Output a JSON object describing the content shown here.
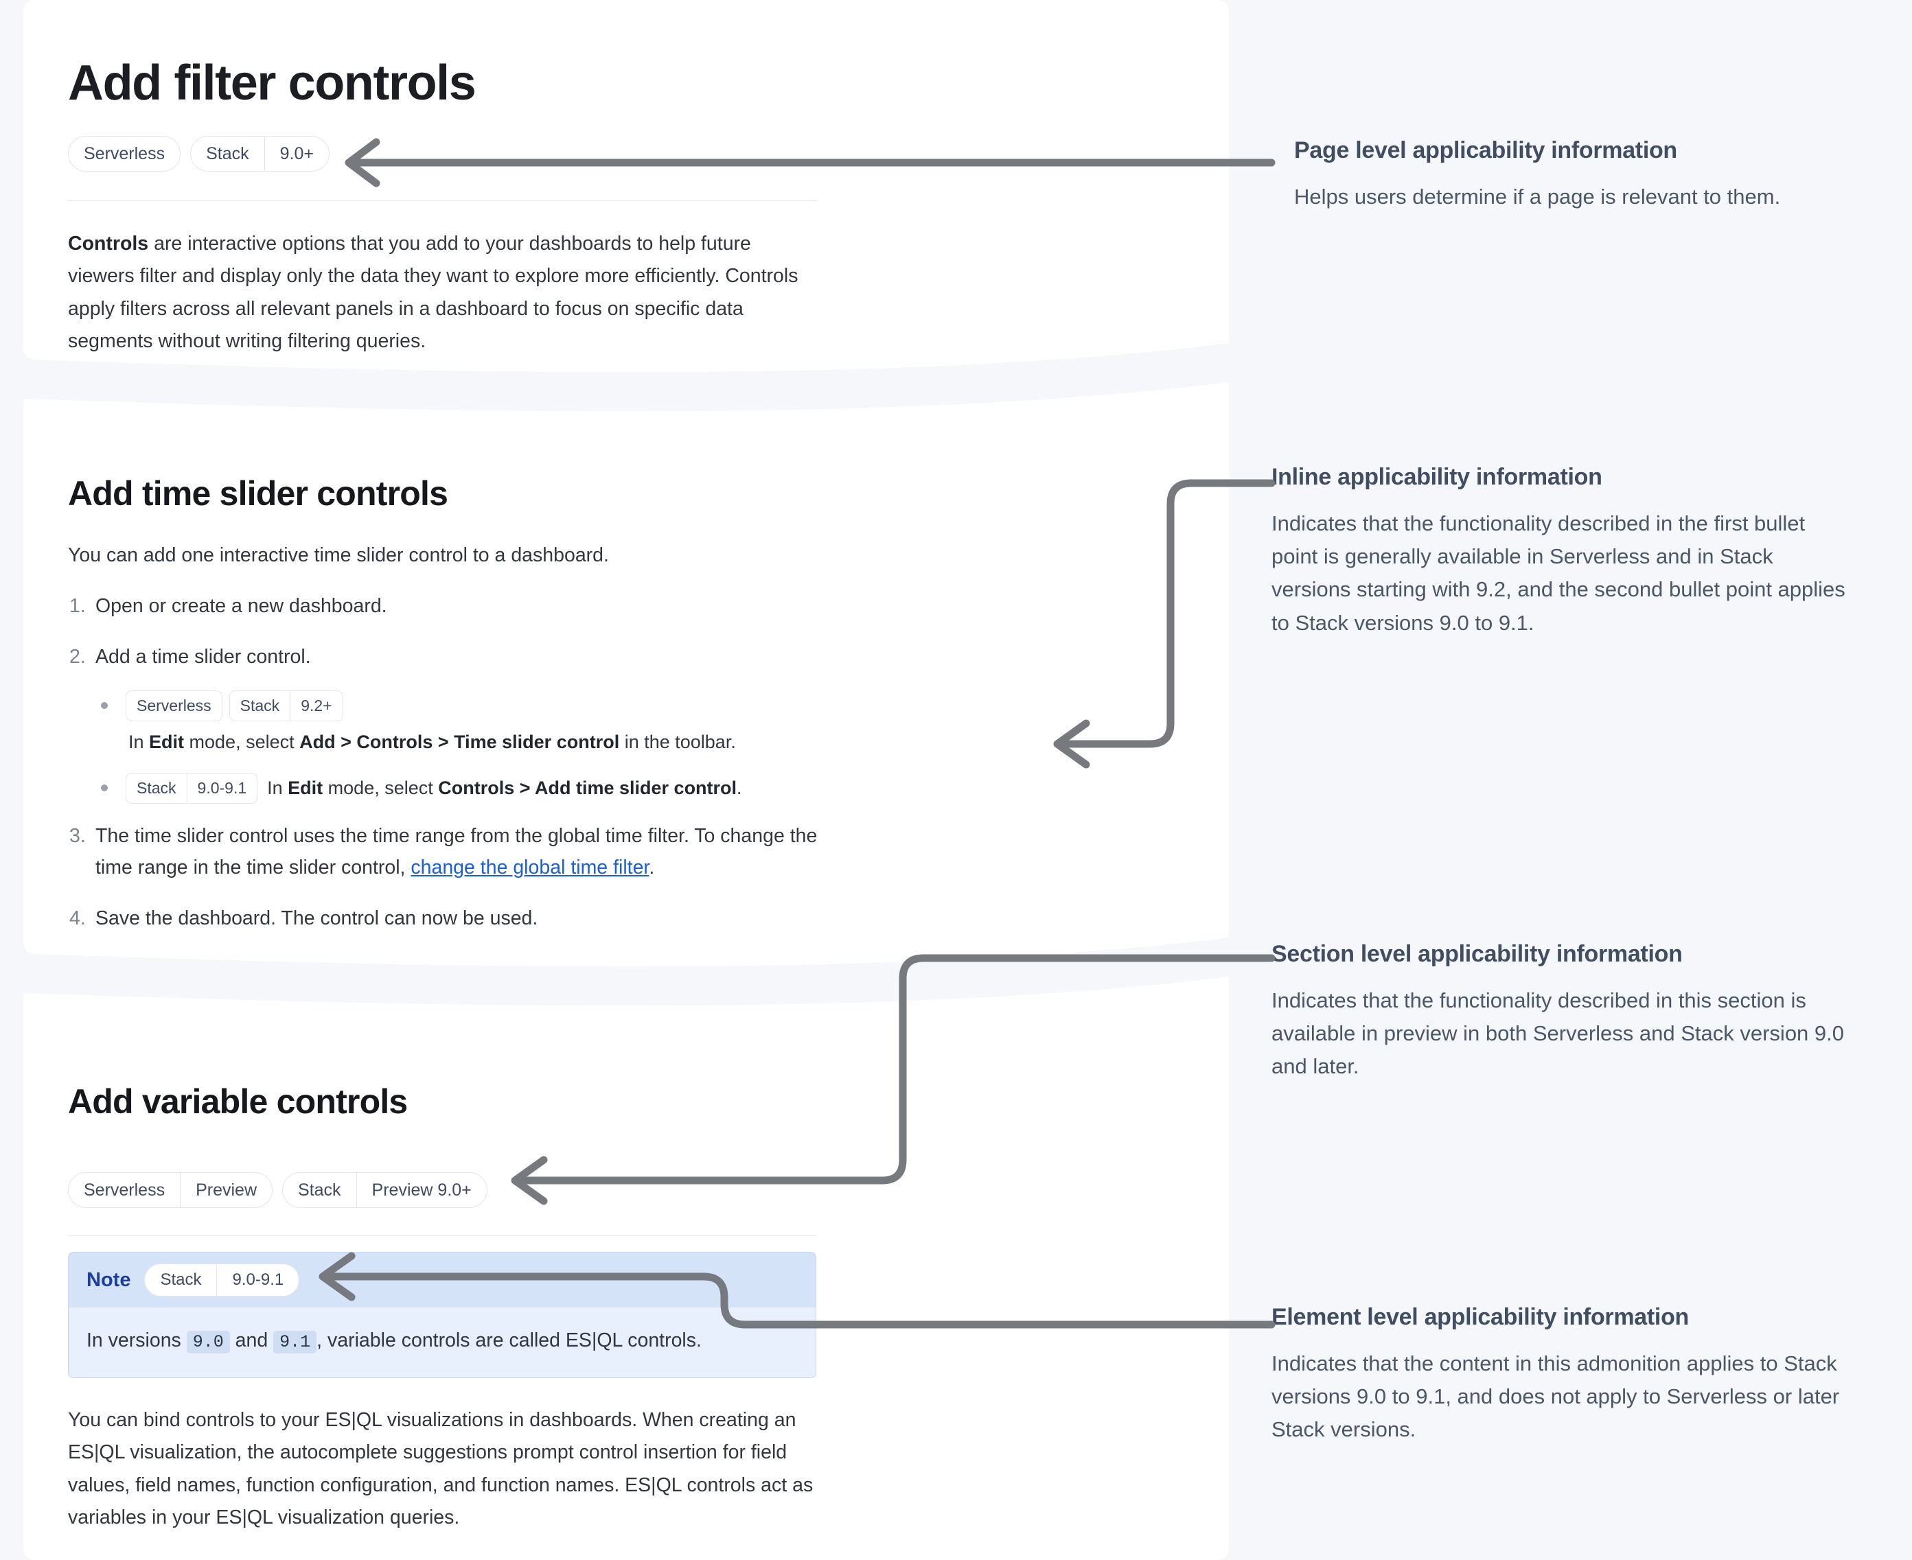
{
  "page": {
    "title": "Add filter controls",
    "applicability": [
      {
        "name": "page-badge-serverless",
        "segments": [
          "Serverless"
        ]
      },
      {
        "name": "page-badge-stack",
        "segments": [
          "Stack",
          "9.0+"
        ]
      }
    ],
    "intro": {
      "lead": "Controls",
      "rest": " are interactive options that you add to your dashboards to help future viewers filter and display only the data they want to explore more efficiently. Controls apply filters across all relevant panels in a dashboard to focus on specific data segments without writing filtering queries."
    }
  },
  "time_slider_section": {
    "heading": "Add time slider controls",
    "intro": "You can add one interactive time slider control to a dashboard.",
    "steps": [
      {
        "num": "1.",
        "text": "Open or create a new dashboard."
      },
      {
        "num": "2.",
        "text": "Add a time slider control."
      },
      {
        "num": "3.",
        "text": "The time slider control uses the time range from the global time filter. To change the time range in the time slider control, ",
        "link": "change the global time filter",
        "tail": "."
      },
      {
        "num": "4.",
        "text": "Save the dashboard. The control can now be used."
      }
    ],
    "sub_bullets": [
      {
        "badges": [
          {
            "segments": [
              "Serverless"
            ]
          },
          {
            "segments": [
              "Stack",
              "9.2+"
            ]
          }
        ],
        "parts": [
          "In ",
          "Edit",
          " mode, select ",
          "Add > Controls > Time slider control",
          " in the toolbar."
        ]
      },
      {
        "badges": [
          {
            "segments": [
              "Stack",
              "9.0-9.1"
            ]
          }
        ],
        "parts": [
          "In ",
          "Edit",
          " mode, select ",
          "Controls > Add time slider control",
          "."
        ]
      }
    ]
  },
  "variable_section": {
    "heading": "Add variable controls",
    "applicability": [
      {
        "name": "section-badge-serverless",
        "segments": [
          "Serverless",
          "Preview"
        ]
      },
      {
        "name": "section-badge-stack",
        "segments": [
          "Stack",
          "Preview 9.0+"
        ]
      }
    ],
    "note": {
      "label": "Note",
      "badge": {
        "segments": [
          "Stack",
          "9.0-9.1"
        ]
      },
      "body_pre": "In versions ",
      "code_a": "9.0",
      "body_mid": " and ",
      "code_b": "9.1",
      "body_post": ", variable controls are called ES|QL controls."
    },
    "paragraph": "You can bind controls to your ES|QL visualizations in dashboards. When creating an ES|QL visualization, the autocomplete suggestions prompt control insertion for field values, field names, function configuration, and function names. ES|QL controls act as variables in your ES|QL visualization queries."
  },
  "annotations": [
    {
      "id": "page-level",
      "heading": "Page level applicability information",
      "body": "Helps users determine if a page is relevant to them."
    },
    {
      "id": "inline",
      "heading": "Inline applicability information",
      "body": "Indicates that the functionality described in the first bullet point is generally available in Serverless and in Stack versions starting with 9.2, and the second bullet point applies to Stack versions 9.0 to 9.1."
    },
    {
      "id": "section-level",
      "heading": "Section level applicability information",
      "body": "Indicates that the functionality described in this section is available in preview in both Serverless and Stack version 9.0 and later."
    },
    {
      "id": "element-level",
      "heading": "Element level applicability information",
      "body": "Indicates that the content in this admonition applies to Stack versions 9.0 to 9.1, and does not apply to Serverless or later Stack versions."
    }
  ],
  "colors": {
    "page_background": "#f6f7fb",
    "panel": "#ffffff",
    "badge_text": "#3f4a63",
    "link": "#1a5fd8",
    "note_header": "#d4e3f8",
    "note_body": "#e8f0fd",
    "note_label": "#1b3fa0",
    "arrow": "#767a7e",
    "annotation_heading": "#414d61",
    "annotation_body": "#4b5666"
  }
}
